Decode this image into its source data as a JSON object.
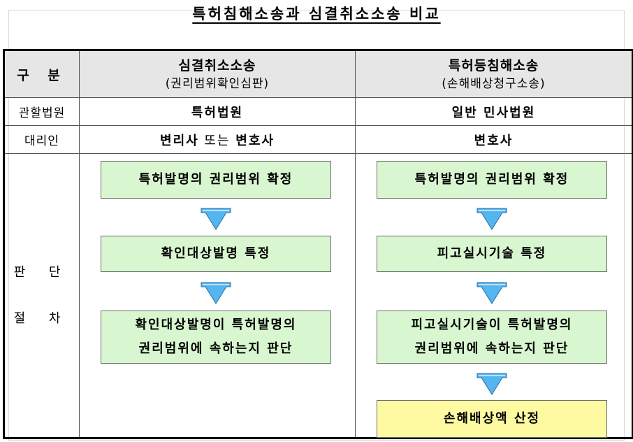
{
  "title": "특허침해소송과 심결취소소송 비교",
  "header": {
    "label": "구 분",
    "col1": {
      "main": "심결취소소송",
      "sub": "(권리범위확인심판)"
    },
    "col2": {
      "main": "특허등침해소송",
      "sub": "(손해배상청구소송)"
    }
  },
  "rows": {
    "court": {
      "label": "관할법원",
      "col1": "특허법원",
      "col2": "일반 민사법원"
    },
    "agent": {
      "label": "대리인",
      "col1_a": "변리사",
      "col1_b": " 또는 ",
      "col1_c": "변호사",
      "col2": "변호사"
    }
  },
  "procedure": {
    "label_line1": "판 단",
    "label_line2": "절 차",
    "col1": [
      {
        "lines": [
          "특허발명의 권리범위 확정"
        ]
      },
      {
        "lines": [
          "확인대상발명 특정"
        ]
      },
      {
        "lines": [
          "확인대상발명이 특허발명의",
          "권리범위에 속하는지 판단"
        ]
      }
    ],
    "col2": [
      {
        "lines": [
          "특허발명의 권리범위 확정"
        ]
      },
      {
        "lines": [
          "피고실시기술 특정"
        ]
      },
      {
        "lines": [
          "피고실시기술이 특허발명의",
          "권리범위에 속하는지 판단"
        ]
      },
      {
        "lines": [
          "손해배상액 산정"
        ],
        "highlight": true
      }
    ]
  },
  "colors": {
    "box_green": "#d8f7d0",
    "box_yellow": "#fdfaa2",
    "arrow_fill": "#55b5f0",
    "header_bg": "#e6e6e6"
  }
}
